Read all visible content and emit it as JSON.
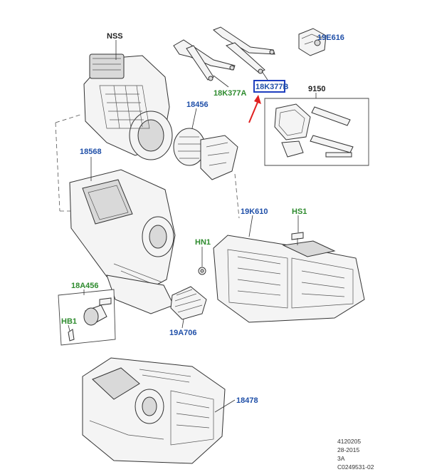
{
  "callouts": {
    "nss": "NSS",
    "p19e616": "19E616",
    "p18k377a": "18K377A",
    "p18k377b": "18K377B",
    "p9150": "9150",
    "p18456": "18456",
    "p18568": "18568",
    "p19k610": "19K610",
    "hs1": "HS1",
    "hn1": "HN1",
    "p18a456": "18A456",
    "hb1": "HB1",
    "p19a706": "19A706",
    "p18478": "18478"
  },
  "footer": {
    "line1": "4120205",
    "line2": "28-2015",
    "line3": "3A",
    "line4": "C0249531-02"
  },
  "colors": {
    "part_number_blue": "#1f4fa8",
    "fastener_green": "#2e8b2e",
    "highlight_box": "#1f3fbf",
    "pointer_arrow": "#e02020"
  }
}
